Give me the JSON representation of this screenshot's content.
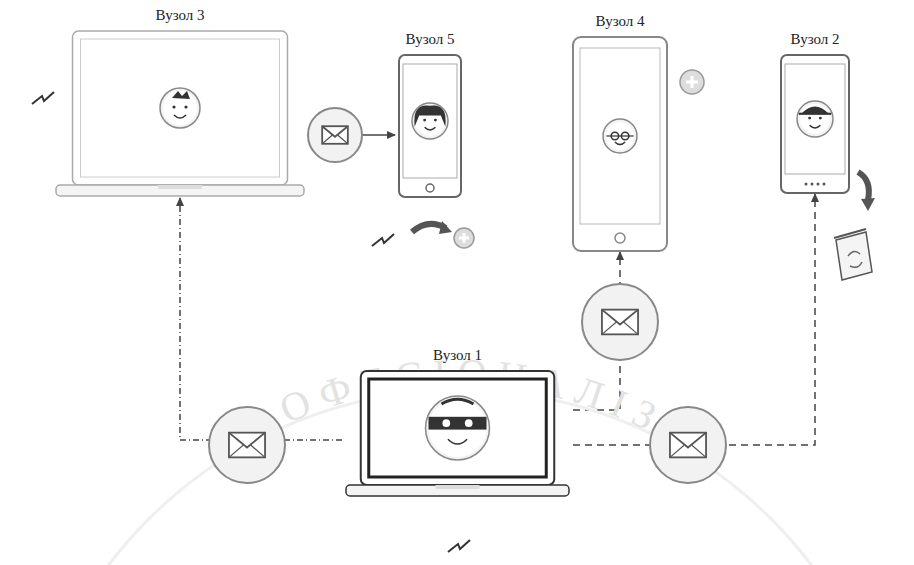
{
  "diagram": {
    "nodes": [
      {
        "text": [
          "Вузол 3"
        ]
      },
      {
        "text": [
          "Вузол 5"
        ]
      },
      {
        "text": [
          "Вузол 4"
        ]
      },
      {
        "text": [
          "Вузол 2"
        ]
      },
      {
        "text": [
          "Вузол 1"
        ]
      }
    ],
    "edges": [
      {
        "from": 4,
        "to": 0,
        "arrow": "to"
      },
      {
        "from": 4,
        "to": 2,
        "arrow": "to"
      },
      {
        "from": 4,
        "to": 3,
        "arrow": "to"
      },
      {
        "from": 0,
        "to": 1,
        "arrow": "to"
      }
    ],
    "labels": [
      "ПРОФЕСІОНАЛІЗМ"
    ]
  }
}
